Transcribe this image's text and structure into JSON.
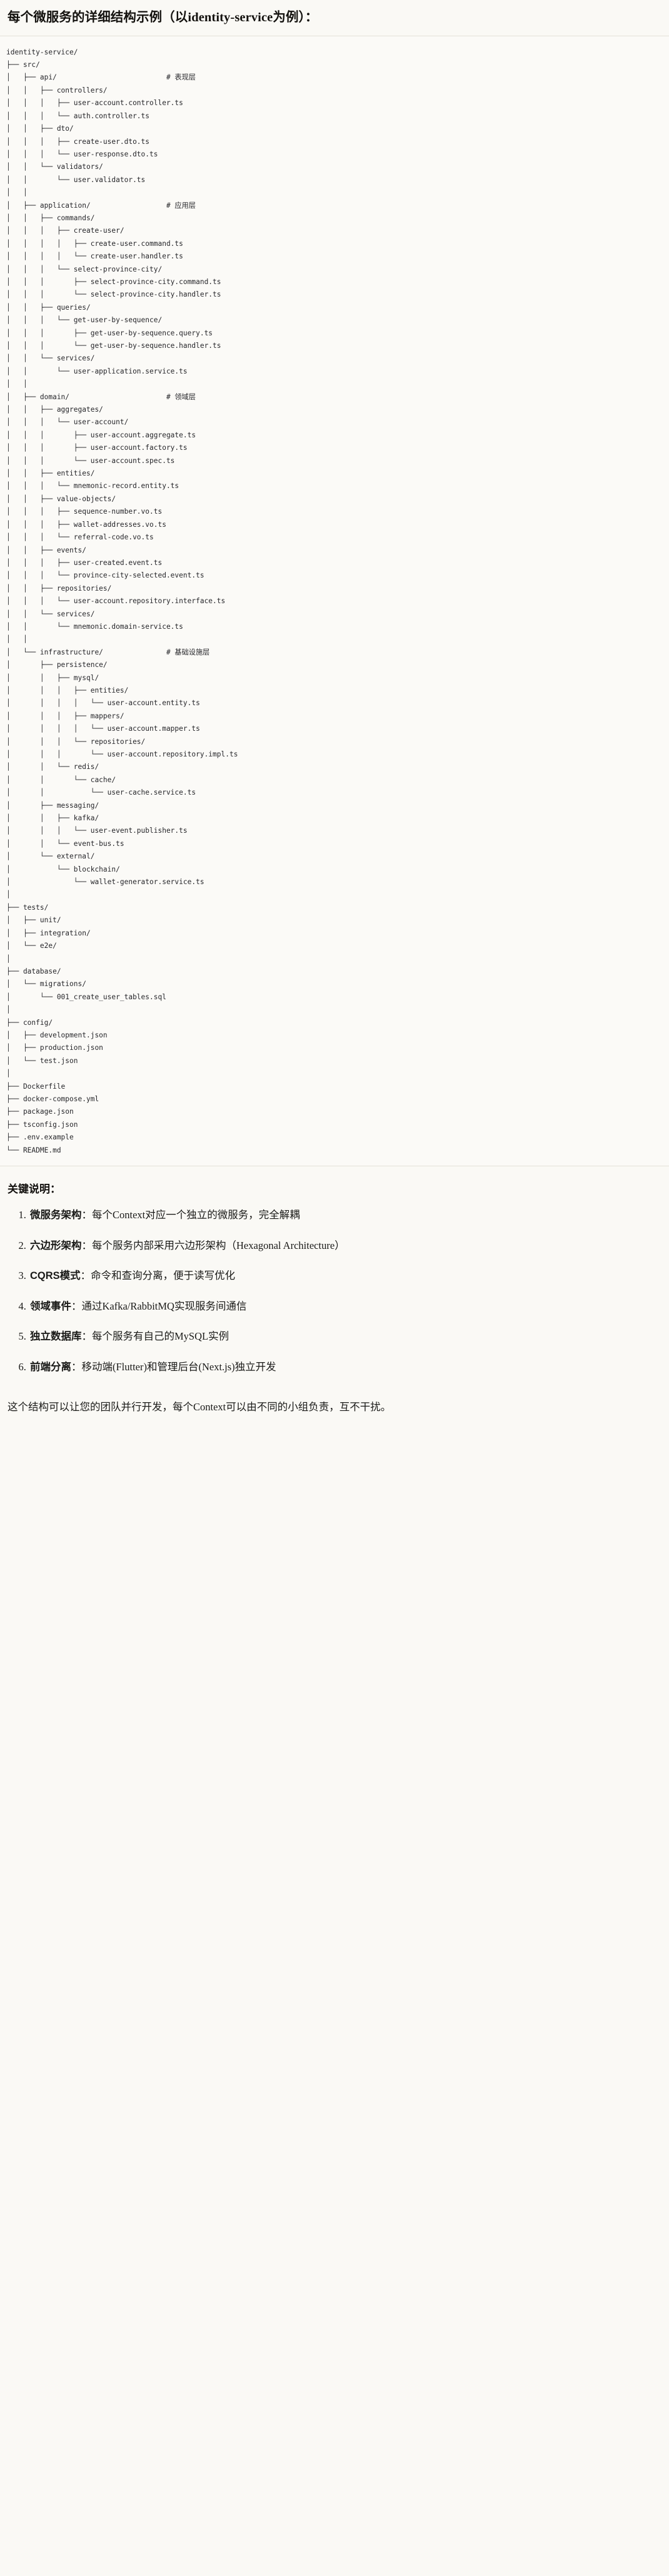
{
  "title": {
    "prefix": "每个微服务的详细结构示例",
    "paren_open": "（以",
    "latin": "identity-service",
    "paren_close": "为例）",
    "colon": "："
  },
  "tree": {
    "root": "identity-service/",
    "text": "identity-service/\n├── src/\n│   ├── api/                          # 表现层\n│   │   ├── controllers/\n│   │   │   ├── user-account.controller.ts\n│   │   │   └── auth.controller.ts\n│   │   ├── dto/\n│   │   │   ├── create-user.dto.ts\n│   │   │   └── user-response.dto.ts\n│   │   └── validators/\n│   │       └── user.validator.ts\n│   │\n│   ├── application/                  # 应用层\n│   │   ├── commands/\n│   │   │   ├── create-user/\n│   │   │   │   ├── create-user.command.ts\n│   │   │   │   └── create-user.handler.ts\n│   │   │   └── select-province-city/\n│   │   │       ├── select-province-city.command.ts\n│   │   │       └── select-province-city.handler.ts\n│   │   ├── queries/\n│   │   │   └── get-user-by-sequence/\n│   │   │       ├── get-user-by-sequence.query.ts\n│   │   │       └── get-user-by-sequence.handler.ts\n│   │   └── services/\n│   │       └── user-application.service.ts\n│   │\n│   ├── domain/                       # 领域层\n│   │   ├── aggregates/\n│   │   │   └── user-account/\n│   │   │       ├── user-account.aggregate.ts\n│   │   │       ├── user-account.factory.ts\n│   │   │       └── user-account.spec.ts\n│   │   ├── entities/\n│   │   │   └── mnemonic-record.entity.ts\n│   │   ├── value-objects/\n│   │   │   ├── sequence-number.vo.ts\n│   │   │   ├── wallet-addresses.vo.ts\n│   │   │   └── referral-code.vo.ts\n│   │   ├── events/\n│   │   │   ├── user-created.event.ts\n│   │   │   └── province-city-selected.event.ts\n│   │   ├── repositories/\n│   │   │   └── user-account.repository.interface.ts\n│   │   └── services/\n│   │       └── mnemonic.domain-service.ts\n│   │\n│   └── infrastructure/               # 基础设施层\n│       ├── persistence/\n│       │   ├── mysql/\n│       │   │   ├── entities/\n│       │   │   │   └── user-account.entity.ts\n│       │   │   ├── mappers/\n│       │   │   │   └── user-account.mapper.ts\n│       │   │   └── repositories/\n│       │   │       └── user-account.repository.impl.ts\n│       │   └── redis/\n│       │       └── cache/\n│       │           └── user-cache.service.ts\n│       ├── messaging/\n│       │   ├── kafka/\n│       │   │   └── user-event.publisher.ts\n│       │   └── event-bus.ts\n│       └── external/\n│           └── blockchain/\n│               └── wallet-generator.service.ts\n│\n├── tests/\n│   ├── unit/\n│   ├── integration/\n│   └── e2e/\n│\n├── database/\n│   └── migrations/\n│       └── 001_create_user_tables.sql\n│\n├── config/\n│   ├── development.json\n│   ├── production.json\n│   └── test.json\n│\n├── Dockerfile\n├── docker-compose.yml\n├── package.json\n├── tsconfig.json\n├── .env.example\n└── README.md",
    "layer_comments": [
      {
        "label": "# 表现层",
        "for": "api/"
      },
      {
        "label": "# 应用层",
        "for": "application/"
      },
      {
        "label": "# 领域层",
        "for": "domain/"
      },
      {
        "label": "# 基础设施层",
        "for": "infrastructure/"
      }
    ]
  },
  "keypoints": {
    "heading": "关键说明：",
    "items": [
      {
        "term": "微服务架构",
        "sep": "：",
        "desc": "每个Context对应一个独立的微服务，完全解耦"
      },
      {
        "term": "六边形架构",
        "sep": "：",
        "desc": "每个服务内部采用六边形架构（Hexagonal Architecture）"
      },
      {
        "term": "CQRS模式",
        "sep": "：",
        "desc": "命令和查询分离，便于读写优化"
      },
      {
        "term": "领域事件",
        "sep": "：",
        "desc": "通过Kafka/RabbitMQ实现服务间通信"
      },
      {
        "term": "独立数据库",
        "sep": "：",
        "desc": "每个服务有自己的MySQL实例"
      },
      {
        "term": "前端分离",
        "sep": "：",
        "desc": "移动端(Flutter)和管理后台(Next.js)独立开发"
      }
    ]
  },
  "closing": "这个结构可以让您的团队并行开发，每个Context可以由不同的小组负责，互不干扰。",
  "colors": {
    "page_bg": "#faf9f5",
    "code_bg": "#fbfaf7",
    "rule": "#e4e1d8",
    "text": "#1a1a18",
    "code_text": "#26262a"
  }
}
